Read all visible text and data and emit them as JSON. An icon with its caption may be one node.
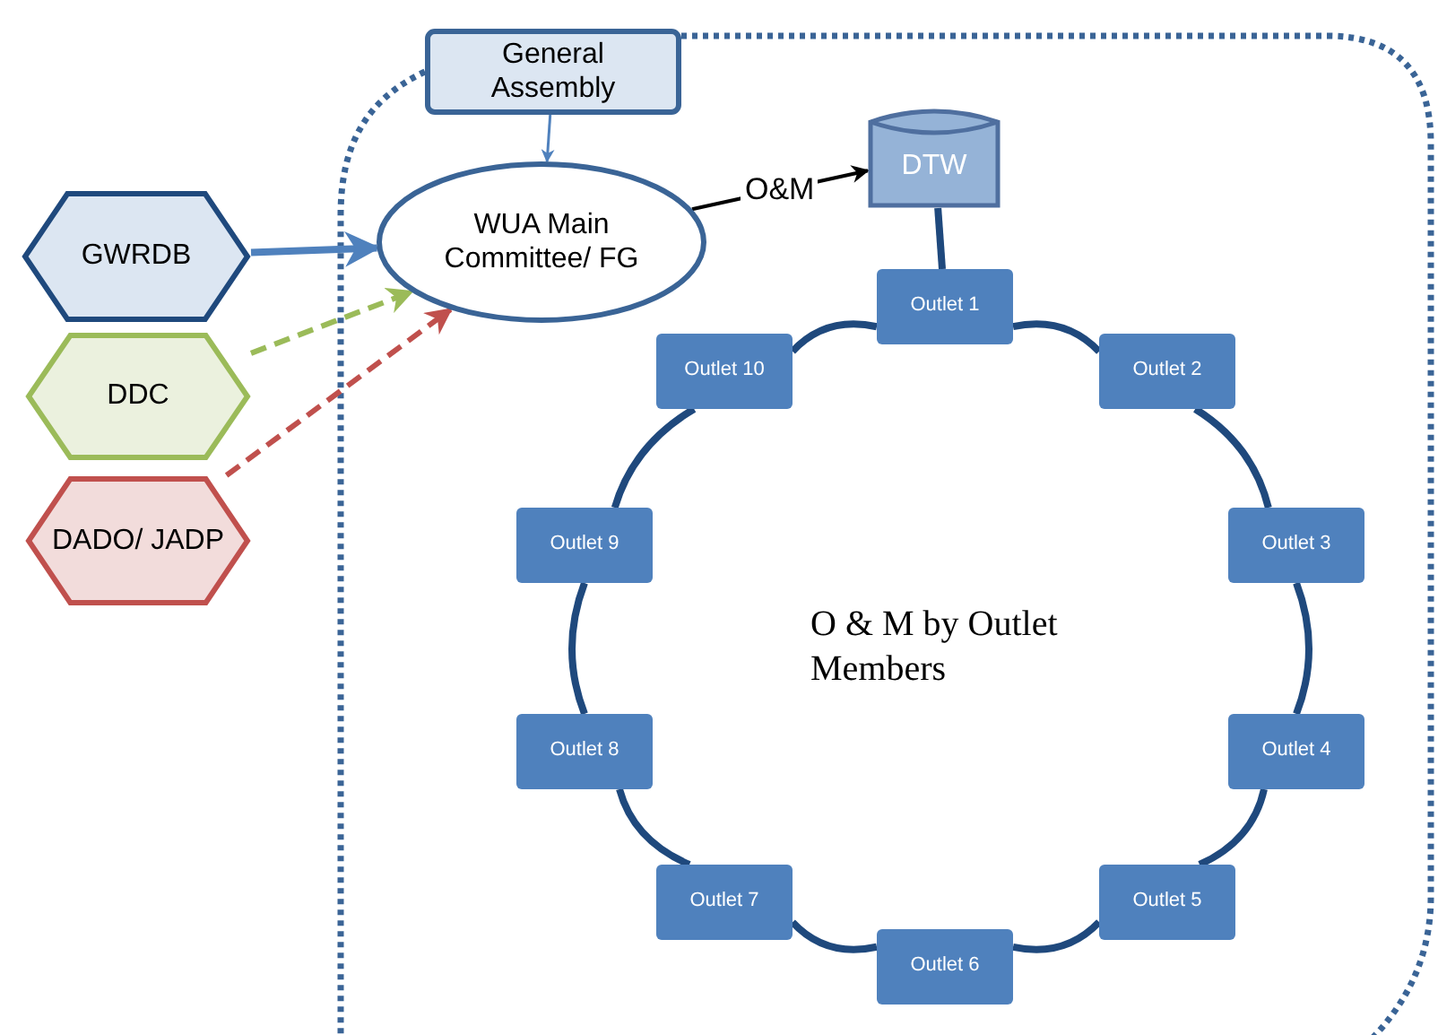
{
  "diagram": {
    "nodes": [
      {
        "text": [
          "General Assembly"
        ]
      },
      {
        "text": [
          "WUA Main Committee/ FG"
        ]
      },
      {
        "text": [
          "DTW"
        ]
      },
      {
        "text": [
          "GWRDB"
        ]
      },
      {
        "text": [
          "DDC"
        ]
      },
      {
        "text": [
          "DADO/ JADP"
        ]
      },
      {
        "text": [
          "Outlet 1"
        ]
      },
      {
        "text": [
          "Outlet 2"
        ]
      },
      {
        "text": [
          "Outlet 3"
        ]
      },
      {
        "text": [
          "Outlet 4"
        ]
      },
      {
        "text": [
          "Outlet 5"
        ]
      },
      {
        "text": [
          "Outlet 6"
        ]
      },
      {
        "text": [
          "Outlet 7"
        ]
      },
      {
        "text": [
          "Outlet 8"
        ]
      },
      {
        "text": [
          "Outlet 9"
        ]
      },
      {
        "text": [
          "Outlet 10"
        ]
      }
    ],
    "edges": [
      {
        "from": 0,
        "to": 1,
        "arrow": "to",
        "color": "#4f81bd"
      },
      {
        "from": 3,
        "to": 1,
        "arrow": "to",
        "color": "#4f81bd"
      },
      {
        "from": 4,
        "to": 1,
        "arrow": "to",
        "style": "dashed",
        "color": "#9bbb59"
      },
      {
        "from": 5,
        "to": 1,
        "arrow": "to",
        "style": "dashed",
        "color": "#c0504d"
      },
      {
        "from": 1,
        "to": 2,
        "arrow": "to",
        "label": "O&M",
        "color": "#000000"
      },
      {
        "from": 2,
        "to": 6,
        "arrow": "none"
      },
      {
        "from": 6,
        "to": 7,
        "arrow": "none"
      },
      {
        "from": 7,
        "to": 8,
        "arrow": "none"
      },
      {
        "from": 8,
        "to": 9,
        "arrow": "none"
      },
      {
        "from": 9,
        "to": 10,
        "arrow": "none"
      },
      {
        "from": 10,
        "to": 11,
        "arrow": "none"
      },
      {
        "from": 11,
        "to": 12,
        "arrow": "none"
      },
      {
        "from": 12,
        "to": 13,
        "arrow": "none"
      },
      {
        "from": 13,
        "to": 14,
        "arrow": "none"
      },
      {
        "from": 14,
        "to": 15,
        "arrow": "none"
      },
      {
        "from": 15,
        "to": 6,
        "arrow": "none"
      }
    ],
    "labels": [
      "O & M by Outlet Members"
    ]
  }
}
